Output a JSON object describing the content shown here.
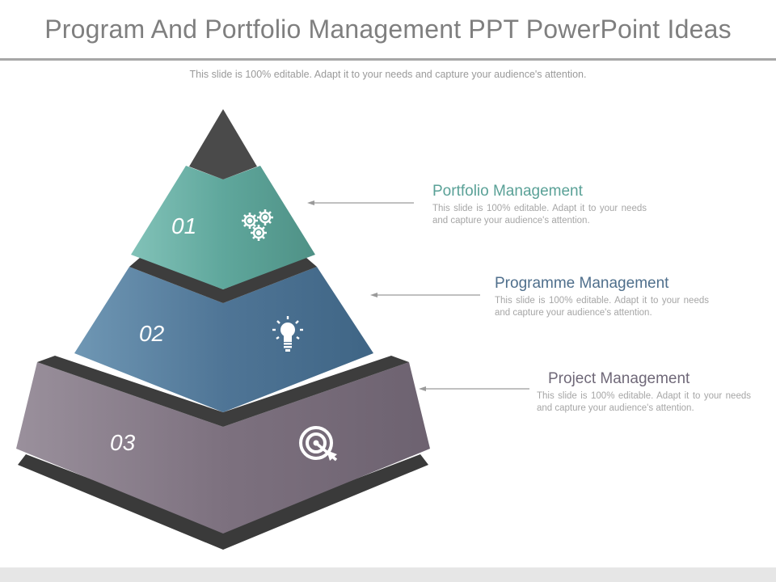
{
  "header": {
    "title": "Program And Portfolio Management PPT PowerPoint Ideas",
    "subtitle": "This slide is 100% editable. Adapt it to your needs and capture your audience's attention."
  },
  "colors": {
    "tier1": "#6bb0a6",
    "tier2": "#53799a",
    "tier3": "#7e7380",
    "apex": "#4d4d4d",
    "base_shadow": "#3a3a3a",
    "title": "#7f7f7f"
  },
  "tiers": [
    {
      "number": "01",
      "icon": "gears-icon",
      "heading": "Portfolio Management",
      "heading_color": "#5aa197",
      "text": "This slide is 100% editable. Adapt it to your needs and capture your audience's attention."
    },
    {
      "number": "02",
      "icon": "lightbulb-icon",
      "heading": "Programme  Management",
      "heading_color": "#4f6f8c",
      "text": "This slide is 100% editable. Adapt it to your needs and capture your audience's attention."
    },
    {
      "number": "03",
      "icon": "target-icon",
      "heading": "Project Management",
      "heading_color": "#6f6878",
      "text": "This slide is 100% editable. Adapt it to your needs and capture your audience's attention."
    }
  ]
}
